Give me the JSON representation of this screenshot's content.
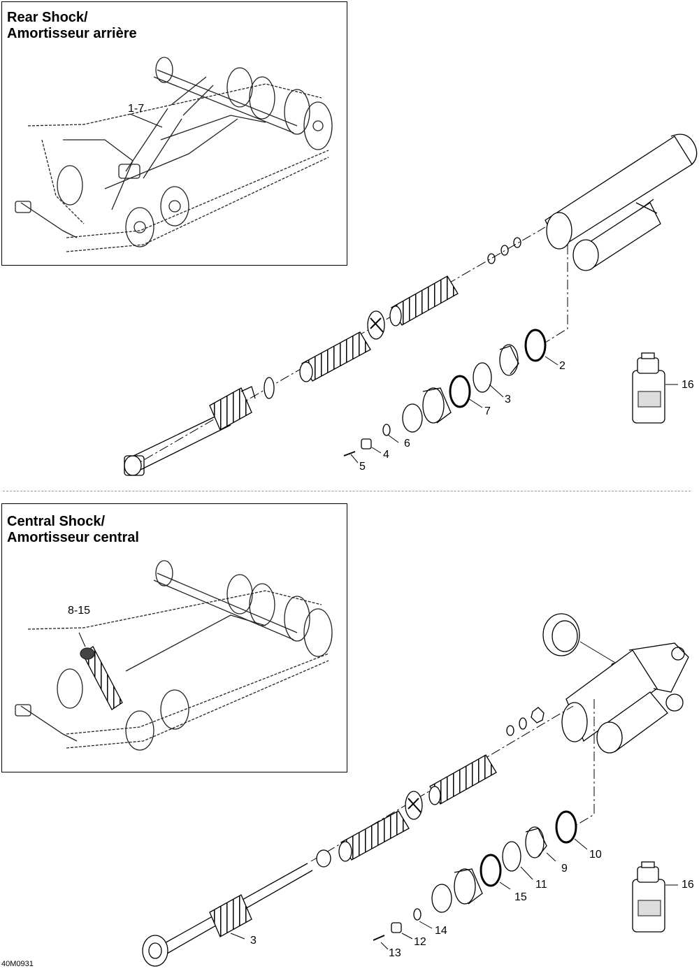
{
  "sections": {
    "rear": {
      "title_line1": "Rear Shock/",
      "title_line2": "Amortisseur arrière",
      "inset_callout": "1-7",
      "callouts": [
        "2",
        "3",
        "7",
        "6",
        "4",
        "5",
        "16"
      ]
    },
    "central": {
      "title_line1": "Central Shock/",
      "title_line2": "Amortisseur central",
      "inset_callout": "8-15",
      "callouts": [
        "10",
        "9",
        "11",
        "15",
        "14",
        "12",
        "13",
        "3",
        "16"
      ]
    }
  },
  "drawing_code": "40M0931"
}
